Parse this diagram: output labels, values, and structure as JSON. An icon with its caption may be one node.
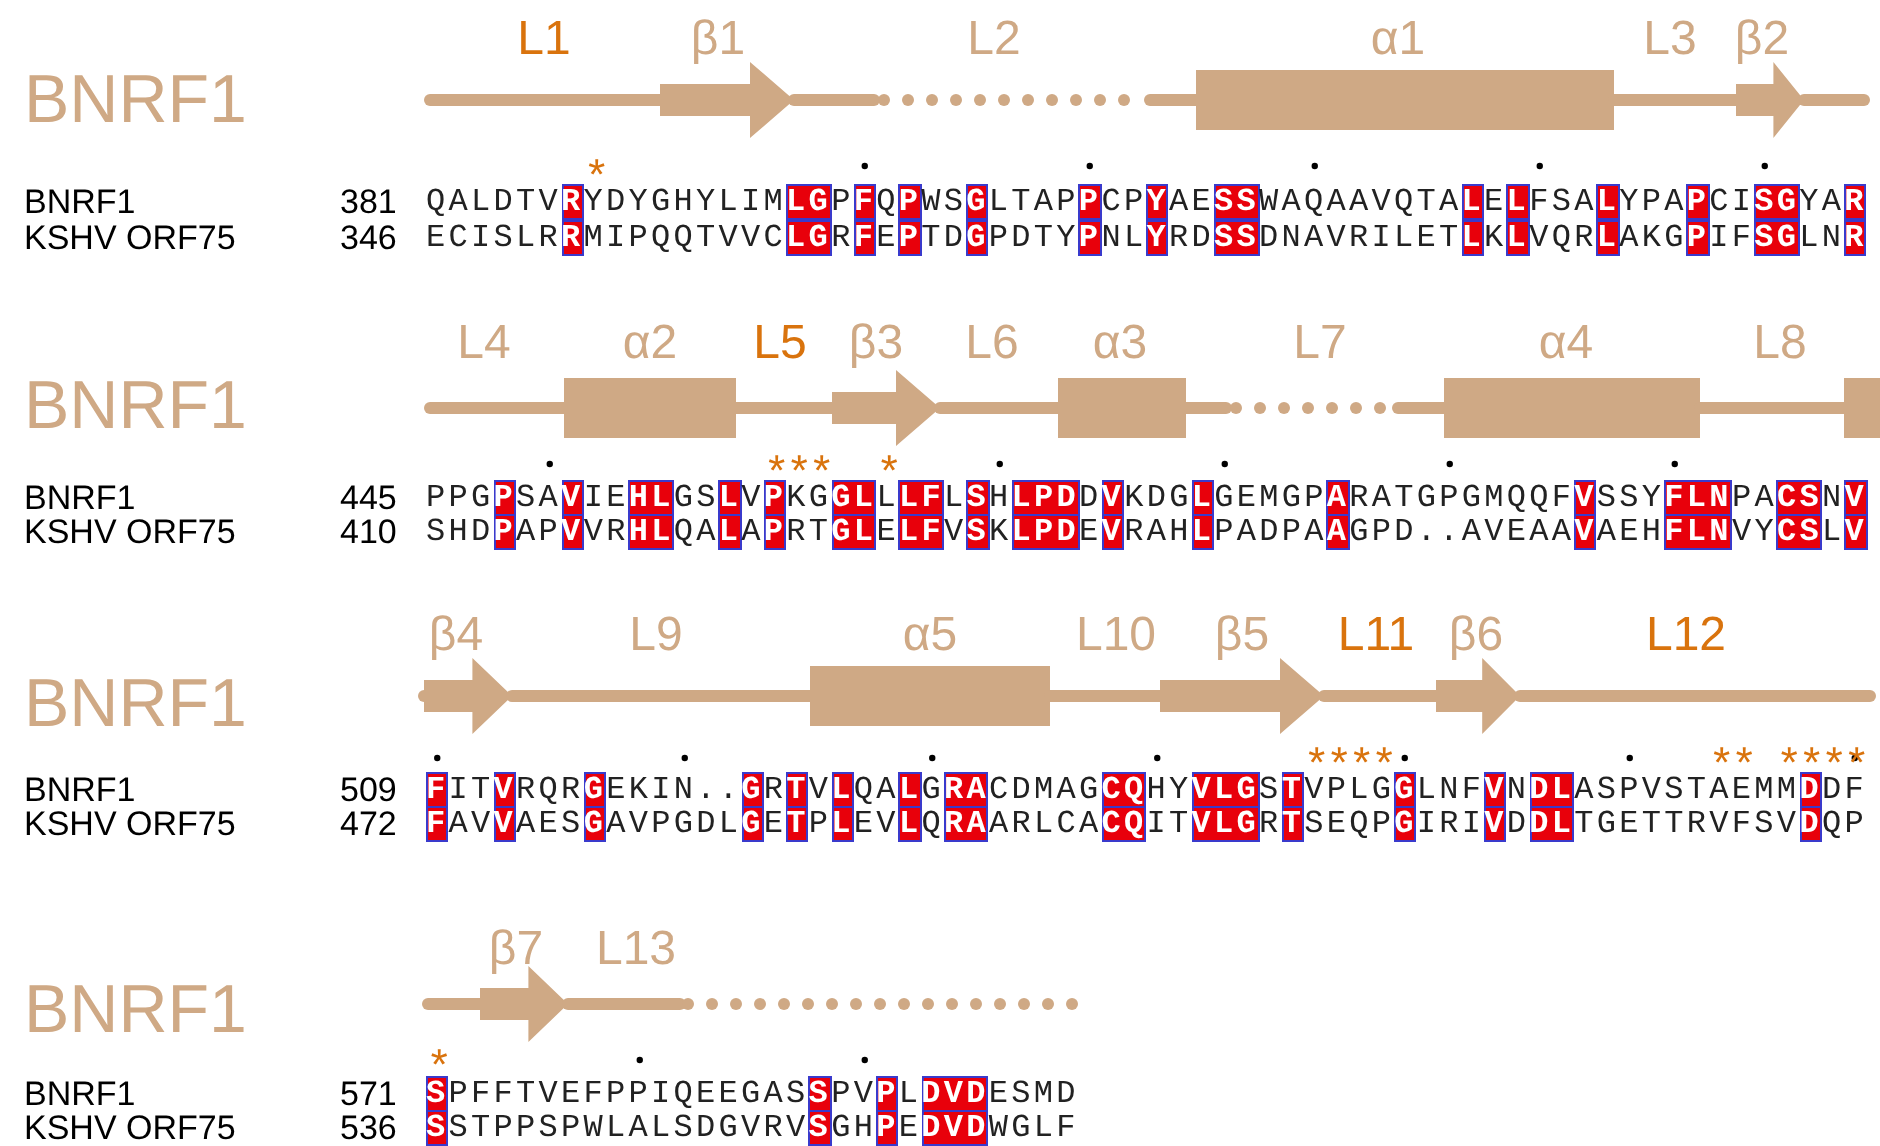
{
  "diagram": {
    "labels": [
      "BNRF1",
      "L1",
      "β1",
      "L2",
      "α1",
      "L3",
      "β2",
      "*",
      "BNRF1",
      "381",
      "QALDTVRYDYGHYLIMLGPFQPWSGLTAPPCPYAESSWAQAAVQTALELFSALYPAPCISGYAR",
      "KSHV ORF75",
      "346",
      "ECISLRRMIPQQTVVCLGRFEPTDGPDTYPNLYRDSSDNAVRILETLKLVQRLAKGPIFSGLNR",
      "BNRF1",
      "L4",
      "α2",
      "L5",
      "β3",
      "L6",
      "α3",
      "L7",
      "α4",
      "L8",
      "***  *",
      "BNRF1",
      "445",
      "PPGPSAVIEHLGSLVPKGGLLLFLSHLPDDVKDGLGEMGPARATGPGMQQFVSSYFLNPACSNV",
      "KSHV ORF75",
      "410",
      "SHDPAPVVRHLQALAPRTGLELFVSKLPDEVRAHLPADPAAGPD..AVEAAVAEHFLNVYCSLV",
      "BNRF1",
      "β4",
      "L9",
      "α5",
      "L10",
      "β5",
      "L11",
      "β6",
      "L12",
      "****              ** ****",
      "BNRF1",
      "509",
      "FITVRQRGEKIN..GRTVLQALGRACDMAGCQHYVLGSTVPLGGLNFVNDLASPVSTAEMMDDF",
      "KSHV ORF75",
      "472",
      "FAVVAESGAVPGDLGETPLEVLQRAARLCACQITVLGRTSEQPGIRIVDDLTGETTRVFSVDQP",
      "BNRF1",
      "β7",
      "L13",
      "*",
      "BNRF1",
      "571",
      "SPFFTVEFPPIQEEGASSPVPLDVDESMD",
      "KSHV ORF75",
      "536",
      "SSTPPSPWLALSDGVRVSGHPEDVDWGLF"
    ]
  }
}
